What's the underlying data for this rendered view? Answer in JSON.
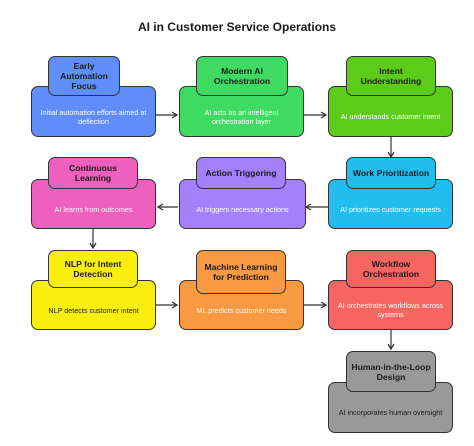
{
  "title": "AI in Customer Service Operations",
  "steps": [
    {
      "id": "early-automation",
      "title": "Early Automation Focus",
      "description": "Initial automation efforts aimed at deflection",
      "color": "#5f8dfa"
    },
    {
      "id": "modern-ai",
      "title": "Modern AI Orchestration",
      "description": "AI acts as an intelligent orchestration layer",
      "color": "#3fda62"
    },
    {
      "id": "intent-understanding",
      "title": "Intent Understanding",
      "description": "AI understands customer intent",
      "color": "#5ccc19"
    },
    {
      "id": "work-prioritization",
      "title": "Work Prioritization",
      "description": "AI prioritizes customer requests",
      "color": "#22bdef"
    },
    {
      "id": "action-triggering",
      "title": "Action Triggering",
      "description": "AI triggers necessary actions",
      "color": "#a480fc"
    },
    {
      "id": "continuous-learning",
      "title": "Continuous Learning",
      "description": "AI learns from outcomes",
      "color": "#ee60be"
    },
    {
      "id": "nlp-intent",
      "title": "NLP for Intent Detection",
      "description": "NLP detects customer intent",
      "color": "#faee0f"
    },
    {
      "id": "machine-learning",
      "title": "Machine Learning for Prediction",
      "description": "ML predicts customer needs",
      "color": "#f99a43"
    },
    {
      "id": "workflow-orchestration",
      "title": "Workflow Orchestration",
      "description": "AI orchestrates workflows across systems",
      "color": "#f6655f"
    },
    {
      "id": "human-in-loop",
      "title": "Human-in-the-Loop Design",
      "description": "AI incorporates human oversight",
      "color": "#999999"
    }
  ]
}
